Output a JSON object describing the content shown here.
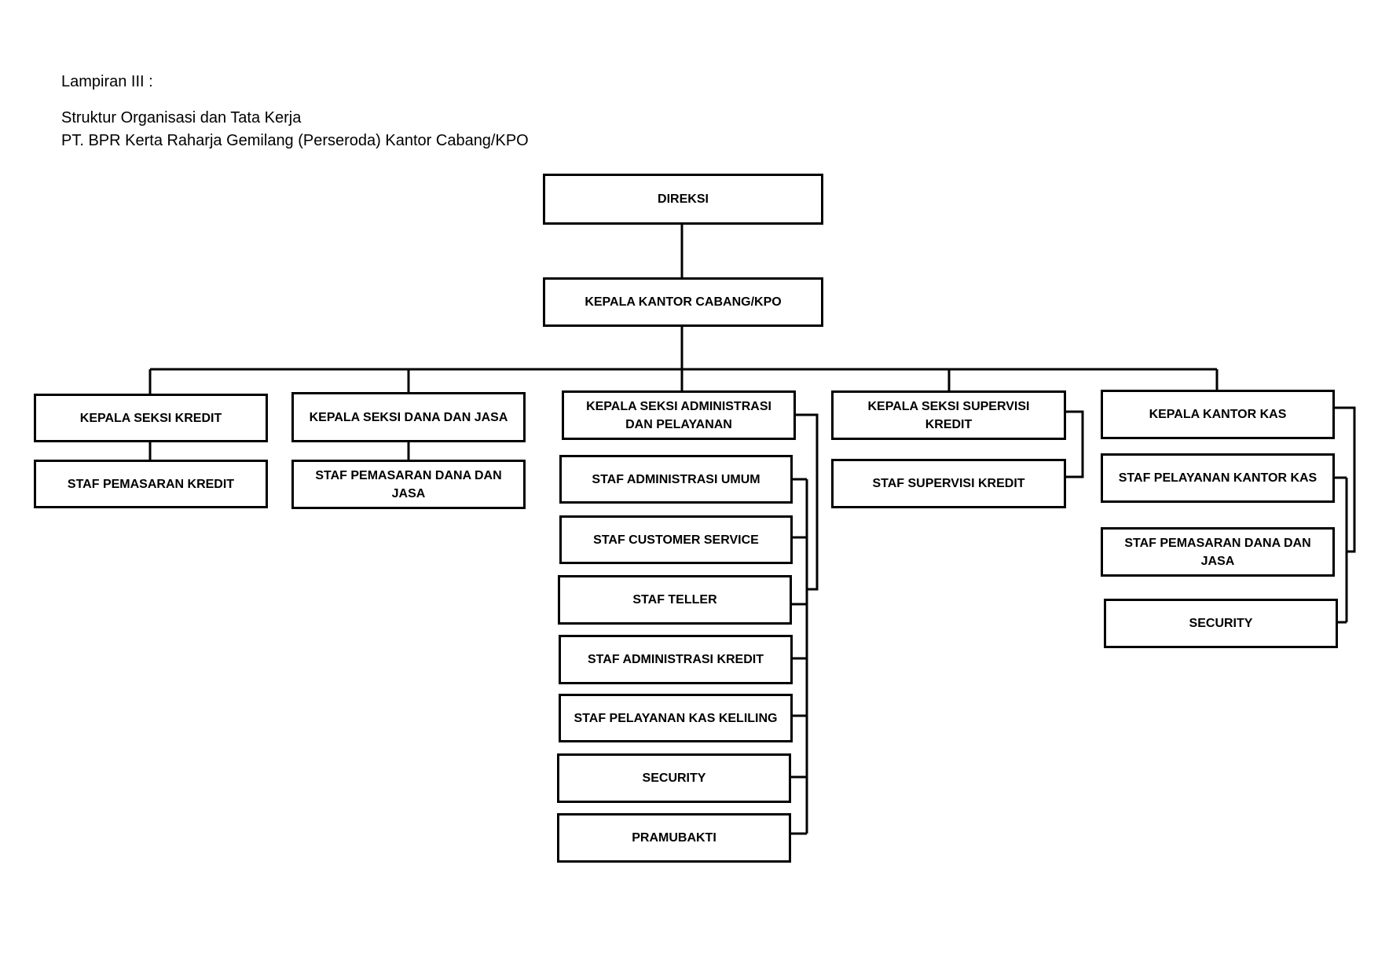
{
  "header": {
    "lampiran": "Lampiran III :",
    "title_line1": "Struktur Organisasi dan Tata Kerja",
    "title_line2": "PT. BPR Kerta Raharja Gemilang (Perseroda) Kantor Cabang/KPO"
  },
  "org": {
    "direksi": "DIREKSI",
    "kepala_kantor_cabang": "KEPALA KANTOR CABANG/KPO",
    "seksi_kredit": {
      "head": "KEPALA SEKSI KREDIT",
      "staff": [
        "STAF PEMASARAN KREDIT"
      ]
    },
    "seksi_dana_jasa": {
      "head": "KEPALA SEKSI DANA DAN JASA",
      "staff": [
        "STAF PEMASARAN DANA DAN JASA"
      ]
    },
    "seksi_administrasi": {
      "head": "KEPALA SEKSI ADMINISTRASI DAN PELAYANAN",
      "staff": [
        "STAF ADMINISTRASI UMUM",
        "STAF CUSTOMER SERVICE",
        "STAF TELLER",
        "STAF ADMINISTRASI KREDIT",
        "STAF PELAYANAN KAS KELILING",
        "SECURITY",
        "PRAMUBAKTI"
      ]
    },
    "seksi_supervisi": {
      "head": "KEPALA SEKSI SUPERVISI KREDIT",
      "staff": [
        "STAF SUPERVISI KREDIT"
      ]
    },
    "kantor_kas": {
      "head": "KEPALA KANTOR KAS",
      "staff": [
        "STAF PELAYANAN KANTOR KAS",
        "STAF PEMASARAN DANA DAN JASA",
        "SECURITY"
      ]
    }
  }
}
